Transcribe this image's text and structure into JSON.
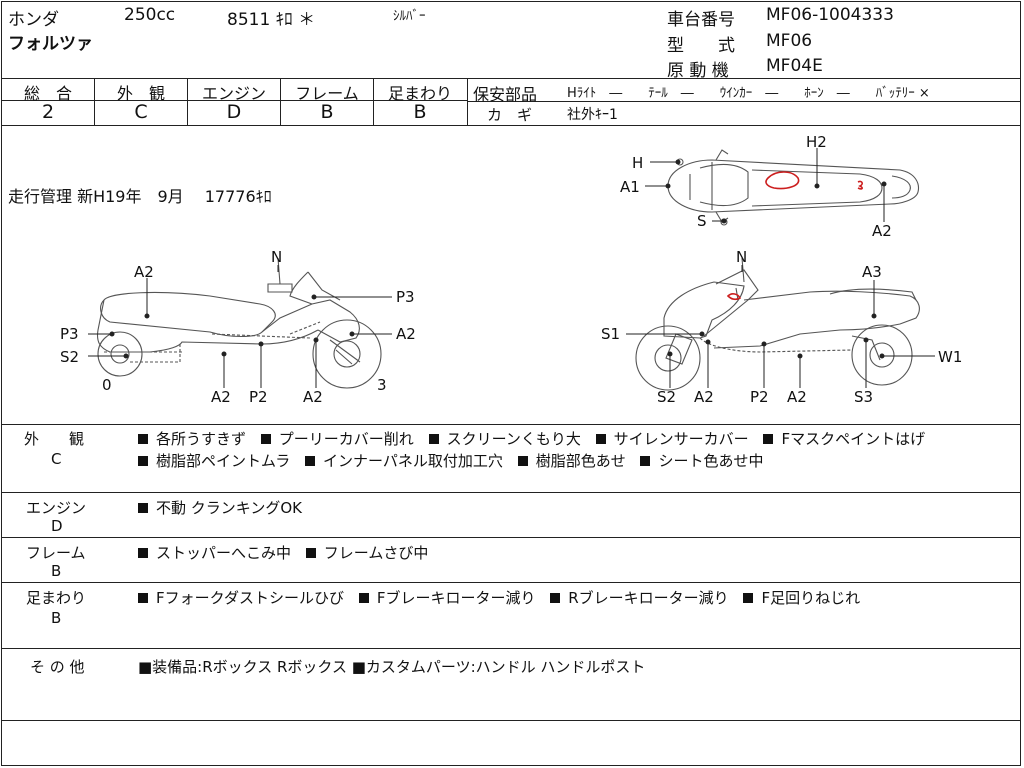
{
  "header": {
    "maker": "ホンダ",
    "cc": "250cc",
    "mileage": "8511 ｷﾛ ＊",
    "color": "ｼﾙﾊﾞｰ",
    "model_name": "フォルツァ",
    "frame_no_label": "車台番号",
    "frame_no": "MF06-1004333",
    "type_label": "型　　式",
    "type": "MF06",
    "engine_label": "原 動 機",
    "engine": "MF04E"
  },
  "grades": [
    {
      "label": "総　合",
      "value": "2"
    },
    {
      "label": "外　観",
      "value": "C"
    },
    {
      "label": "エンジン",
      "value": "D"
    },
    {
      "label": "フレーム",
      "value": "B"
    },
    {
      "label": "足まわり",
      "value": "B"
    }
  ],
  "safety": {
    "label": "保安部品",
    "items": "Hﾗｲﾄ　―　　ﾃｰﾙ　―　　ｳｲﾝｶｰ　―　　ﾎｰﾝ　―　　ﾊﾞｯﾃﾘｰ ×",
    "key_label": "カ　ギ",
    "key_value": "社外ｷｰ1"
  },
  "history": "走行管理 新H19年　9月　 17776ｷﾛ",
  "diagram_labels": {
    "top_H": "H",
    "top_A1": "A1",
    "top_S": "S",
    "top_H2": "H2",
    "top_A2": "A2",
    "left_N": "N",
    "left_A2_top": "A2",
    "left_P3": "P3",
    "left_P3_right": "P3",
    "left_S2": "S2",
    "left_A2_right": "A2",
    "left_0": "0",
    "left_3": "3",
    "left_A2_b1": "A2",
    "left_P2": "P2",
    "left_A2_b2": "A2",
    "right_N": "N",
    "right_A3": "A3",
    "right_S1": "S1",
    "right_W1": "W1",
    "right_S2": "S2",
    "right_A2_b1": "A2",
    "right_P2": "P2",
    "right_A2_b2": "A2",
    "right_S3": "S3"
  },
  "sections": {
    "exterior": {
      "title": "外　　観",
      "grade": "C",
      "line1": [
        "各所うすきず",
        "プーリーカバー削れ",
        "スクリーンくもり大",
        "サイレンサーカバー",
        "Fマスクペイントはげ"
      ],
      "line2": [
        "樹脂部ペイントムラ",
        "インナーパネル取付加工穴",
        "樹脂部色あせ",
        "シート色あせ中"
      ]
    },
    "engine": {
      "title": "エンジン",
      "grade": "D",
      "line1": [
        "不動 クランキングOK"
      ]
    },
    "frame": {
      "title": "フレーム",
      "grade": "B",
      "line1": [
        "ストッパーへこみ中",
        "フレームさび中"
      ]
    },
    "suspension": {
      "title": "足まわり",
      "grade": "B",
      "line1": [
        "Fフォークダストシールひび",
        "Fブレーキローター減り",
        "Rブレーキローター減り",
        "F足回りねじれ"
      ]
    },
    "other": {
      "title": "そ の 他",
      "line1": "■装備品:Rボックス Rボックス ■カスタムパーツ:ハンドル ハンドルポスト"
    }
  },
  "colors": {
    "damage_mark": "#cc1f1f",
    "line": "#222222",
    "sketch": "#555555"
  }
}
